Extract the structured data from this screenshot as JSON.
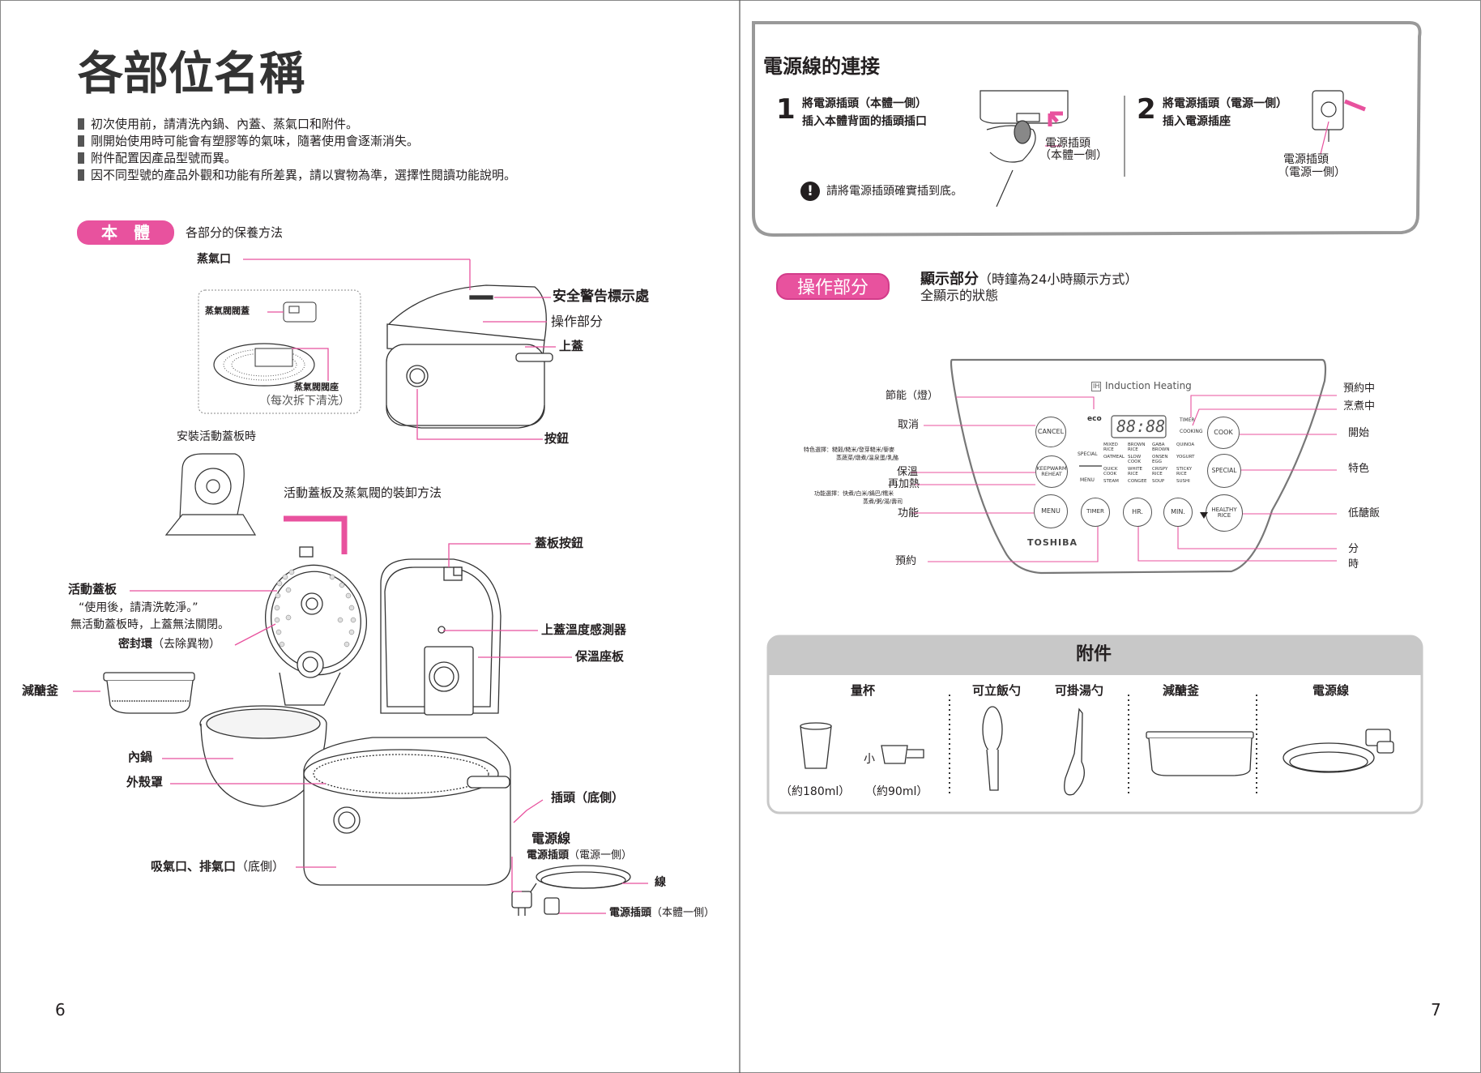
{
  "left_page": {
    "title": "各部位名稱",
    "bullets": [
      "初次使用前，請清洗內鍋、內蓋、蒸氣口和附件。",
      "剛開始使用時可能會有塑膠等的氣味，隨著使用會逐漸消失。",
      "附件配置因產品型號而異。",
      "因不同型號的產品外觀和功能有所差異，請以實物為準，選擇性閱讀功能說明。"
    ],
    "section_badge": "本　體",
    "section_note": "各部分的保養方法",
    "labels": {
      "steam_vent": "蒸氣口",
      "steam_valve_cover": "蒸氣閥閥蓋",
      "steam_valve_seat": "蒸氣閥閥座",
      "clean_each_time": "（每次拆下清洗）",
      "safety_label": "安全警告標示處",
      "control_panel": "操作部分",
      "top_lid": "上蓋",
      "button": "按鈕",
      "install_lid_plate": "安裝活動蓋板時",
      "removal_method": "活動蓋板及蒸氣閥的裝卸方法",
      "lid_button": "蓋板按鈕",
      "inner_lid": "活動蓋板",
      "wash_note": "“使用後，請清洗乾淨。”",
      "no_lid_note": "無活動蓋板時，上蓋無法關閉。",
      "seal_ring": "密封環",
      "seal_ring_note": "（去除異物）",
      "lid_sensor": "上蓋溫度感測器",
      "heat_plate": "保溫座板",
      "low_sugar_pot": "減醣釜",
      "inner_pot": "內鍋",
      "outer_case": "外殼罩",
      "plug_bottom": "插頭（底側）",
      "intake_exhaust": "吸氣口、排氣口",
      "intake_exhaust_note": "（底側）",
      "power_cord": "電源線",
      "plug_outlet_side": "電源插頭",
      "plug_outlet_side_note": "（電源一側）",
      "cord": "線",
      "plug_body_side": "電源插頭",
      "plug_body_side_note": "（本體一側）"
    },
    "page_number": "6"
  },
  "right_page": {
    "connect": {
      "title": "電源線的連接",
      "step1_num": "1",
      "step1_line1": "將電源插頭（本體一側）",
      "step1_line2": "插入本體背面的插頭插口",
      "step1_callout1": "電源插頭",
      "step1_callout2": "（本體一側）",
      "step2_num": "2",
      "step2_line1": "將電源插頭（電源一側）",
      "step2_line2": "插入電源插座",
      "step2_callout1": "電源插頭",
      "step2_callout2": "（電源一側）",
      "warning": "請將電源插頭確實插到底。"
    },
    "panel": {
      "badge": "操作部分",
      "heading": "顯示部分",
      "heading_note": "（時鐘為24小時顯示方式）",
      "sub": "全顯示的狀態",
      "brand_top": "Induction Heating",
      "ih": "IH",
      "eco": "eco",
      "display": "88:88",
      "brand": "TOSHIBA",
      "buttons": {
        "cancel": "CANCEL",
        "keepwarm": "KEEPWARM REHEAT",
        "menu": "MENU",
        "timer": "TIMER",
        "hr": "HR.",
        "min": "MIN.",
        "cook": "COOK",
        "special": "SPECIAL",
        "healthy": "HEALTHY RICE"
      },
      "menu_items": [
        "MIXED RICE",
        "BROWN RICE",
        "GABA BROWN",
        "QUINOA",
        "OATMEAL",
        "SLOW COOK",
        "ONSEN EGG",
        "YOGURT",
        "QUICK COOK",
        "WHITE RICE",
        "CRISPY RICE",
        "STICKY RICE",
        "STEAM",
        "CONGEE",
        "SOUP",
        "SUSHI"
      ],
      "special_small": "SPECIAL",
      "menu_small": "MENU",
      "timer_small": "TIMER",
      "cooking_small": "COOKING",
      "left_labels": {
        "eco": "節能（燈）",
        "cancel": "取消",
        "special_list": "特色選擇：糙穀/糙米/發芽糙米/藜麥",
        "special_list2": "蒸蔬菜/燉煮/溫泉蛋/乳酪",
        "keepwarm": "保溫",
        "reheat": "再加熱",
        "func_list": "功能選擇：快煮/白米/鍋巴/糯米",
        "func_list2": "蒸煮/粥/湯/壽司",
        "func": "功能",
        "timer": "預約"
      },
      "right_labels": {
        "timer_on": "預約中",
        "cooking": "烹煮中",
        "start": "開始",
        "special": "特色",
        "low_sugar": "低醣飯",
        "min": "分",
        "hr": "時"
      }
    },
    "accessories": {
      "title": "附件",
      "items": [
        "量杯",
        "可立飯勺",
        "可掛湯勺",
        "減醣釜",
        "電源線"
      ],
      "cup_small": "小",
      "cup_180": "（約180ml）",
      "cup_90": "（約90ml）"
    },
    "page_number": "7"
  },
  "colors": {
    "accent": "#e8529e",
    "gray_panel": "#c8c8c8",
    "text": "#231f20",
    "line": "#e8529e"
  }
}
